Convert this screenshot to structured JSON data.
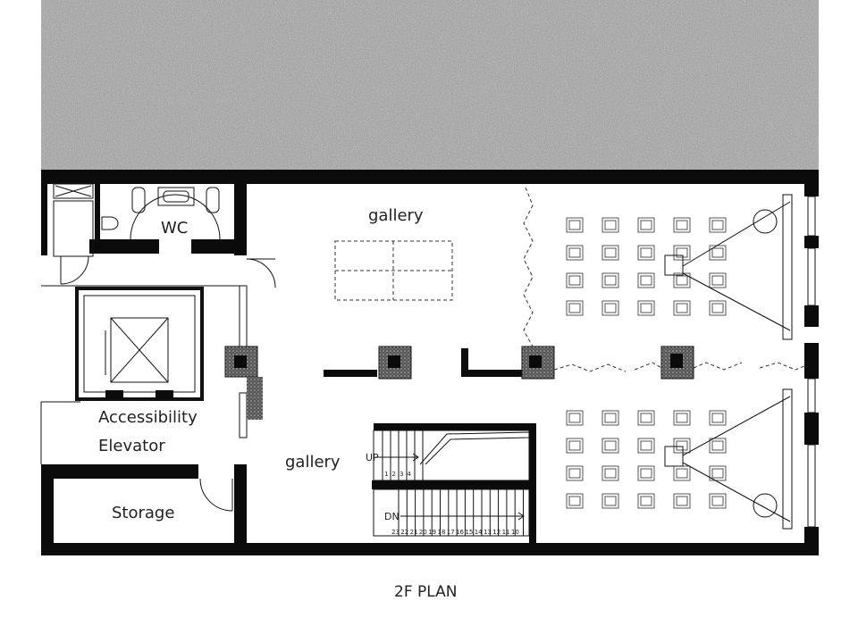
{
  "rooms": {
    "wc": "WC",
    "gallery_upper": "gallery",
    "gallery_lower": "gallery",
    "elevator_line1": "Accessibility",
    "elevator_line2": "Elevator",
    "storage": "Storage"
  },
  "stairs": {
    "up_label": "UP",
    "down_label": "DN",
    "up_steps": [
      "1",
      "2",
      "3",
      "4"
    ],
    "down_steps": [
      "23",
      "22",
      "21",
      "20",
      "19",
      "18",
      "17",
      "16",
      "15",
      "14",
      "13",
      "12",
      "11",
      "10"
    ]
  },
  "caption": "2F PLAN",
  "colors": {
    "wall": "#0b0b0b",
    "terrace": "#9a9a9a",
    "line": "#111111"
  }
}
